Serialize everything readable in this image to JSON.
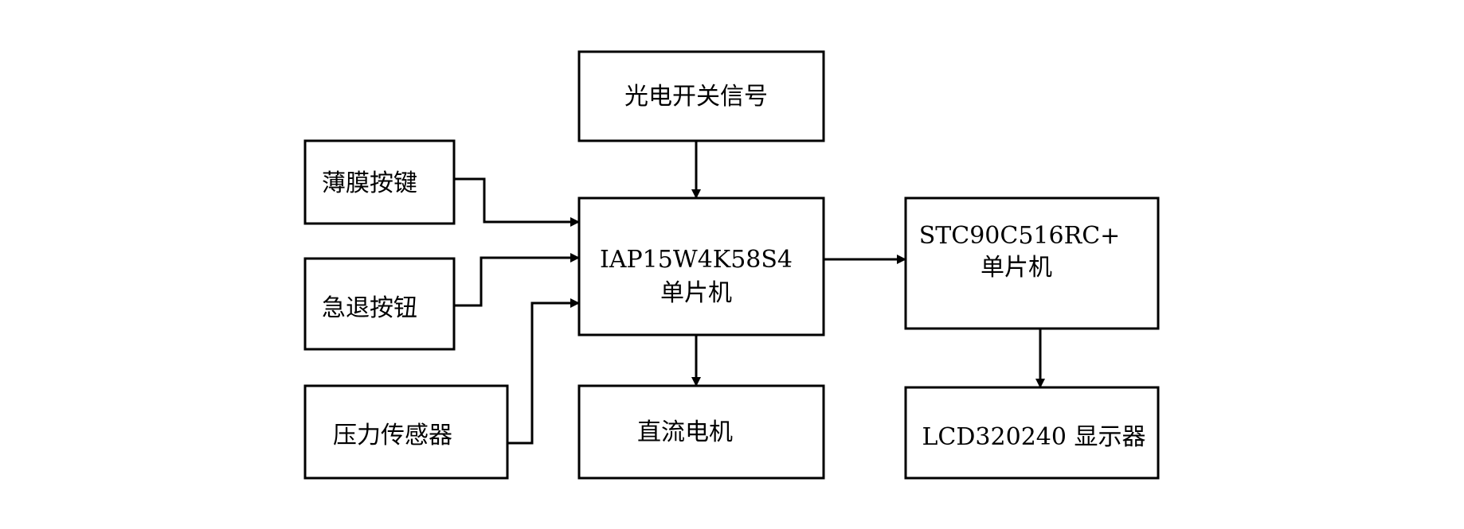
{
  "diagram": {
    "nodes": {
      "photoelectric": "光电开关信号",
      "membrane_keys": "薄膜按键",
      "emergency_button": "急退按钮",
      "pressure_sensor": "压力传感器",
      "mcu_main_line1": "IAP15W4K58S4",
      "mcu_main_line2": "单片机",
      "dc_motor": "直流电机",
      "mcu_display_line1": "STC90C516RC+",
      "mcu_display_line2": "单片机",
      "lcd": "LCD320240 显示器"
    }
  }
}
